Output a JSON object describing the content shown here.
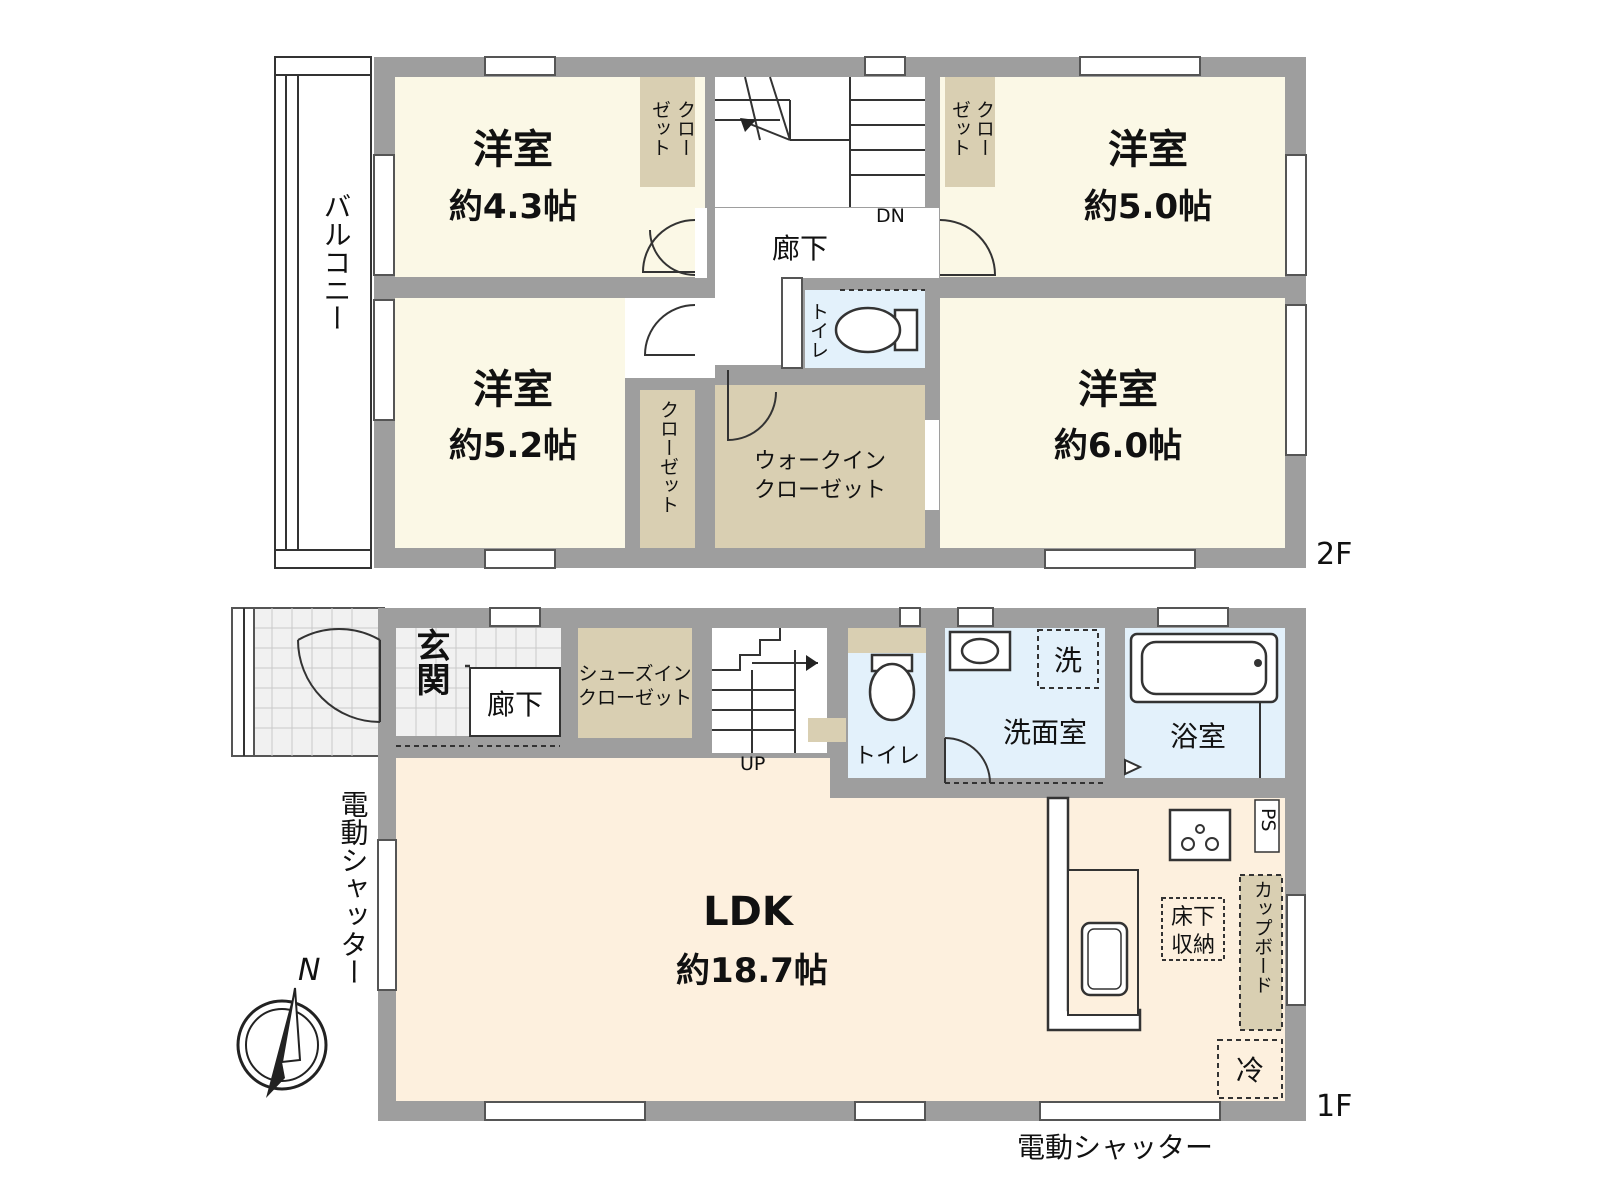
{
  "floors": {
    "second_label": "2F",
    "first_label": "1F"
  },
  "second_floor": {
    "room_nw": {
      "name": "洋室",
      "size": "約4.3帖"
    },
    "room_ne": {
      "name": "洋室",
      "size": "約5.0帖"
    },
    "room_sw": {
      "name": "洋室",
      "size": "約5.2帖"
    },
    "room_se": {
      "name": "洋室",
      "size": "約6.0帖"
    },
    "closet_nw": [
      "クロー",
      "ゼット"
    ],
    "closet_ne": [
      "クロー",
      "ゼット"
    ],
    "closet_sw": "クローゼット",
    "walkin": [
      "ウォークイン",
      "クローゼット"
    ],
    "hall": "廊下",
    "toilet": "トイレ",
    "stairs_dir": "DN",
    "balcony": "バルコニー"
  },
  "first_floor": {
    "entrance": "玄関",
    "hall": "廊下",
    "shoes_closet": [
      "シューズイン",
      "クローゼット"
    ],
    "stairs_dir": "UP",
    "toilet": "トイレ",
    "washroom": "洗面室",
    "washer": "洗",
    "bath": "浴室",
    "ldk": {
      "name": "LDK",
      "size": "約18.7帖"
    },
    "ps": "PS",
    "cupboard": "カップボード",
    "underfloor": [
      "床下",
      "収納"
    ],
    "fridge": "冷",
    "shutter_west": "電動シャッター",
    "shutter_south": "電動シャッター"
  },
  "compass": {
    "north": "N"
  }
}
